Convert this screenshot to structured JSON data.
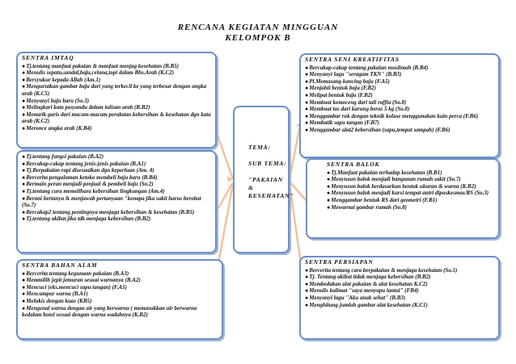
{
  "title": {
    "line1": "RENCANA KEGIATAN MINGGUAN",
    "line2": "KELOMPOK B"
  },
  "center": {
    "tema": "TEMA:",
    "subtema": "SUB TEMA:",
    "subtema_value": "\"PAKAIAN & KESEHATAN\""
  },
  "boxes": {
    "imtaq": {
      "heading": "SENTRA IMTAQ",
      "items": [
        "Tj.tentang manfaat pakaian & manfaat menjag kesehatan (B.B5)",
        "Menulis sepatu,sandal,baju,celana,topi dalam Bhs.Arab (K.C2)",
        "Bersyukur kepada Allah (Am.1)",
        "Mengurutkan gambar baju dari yang terkecil ke yang terbesar dengan angka arab (K.C5)",
        "Menyanyi baju baru (So.3)",
        "Melingkari kata posyandu dalam tulisan arab (B.B2)",
        "Menarik garis dari macam-macam peralatan kebersihan & kesehatan dgn kata arab (K.C2)",
        "Meronce angka arab (K.B4)"
      ]
    },
    "left2": {
      "items": [
        "Tj.tentang fungsi pakaian (B.A2)",
        "Bercakap-cakap tentang jenis-jenis pakaian (B.A1)",
        "Tj.Berpakaian rapi disesuaikan dgn keperluan (Am. 4)",
        "Bercerita pengalaman ketoko membeli baju baru (B.B4)",
        "Bermain peran menjadi penjual & pembeli baju (So.2)",
        "Tj.tentang cara memelihara kebersihan lingkungan (Am.4)",
        "Berani bertanya & menjawab pertanyaan \"kenapa jika sakit harus berobat (So.7)",
        "Bercakap2 tentang pentingnya menjaga kebersihan & kesehatan (B.B5)",
        "Tj.tentang akibat jika tdk menjaga kebersihan (B.B2)"
      ]
    },
    "alam": {
      "heading": "SENTRA BAHAN ALAM",
      "items": [
        "Bercerita tentang kegunaan pakaian (B.A3)",
        "Memmilih jepit jemuran sesuai warnanya (B.A2)",
        "Mencuci (eks.mencuci sapu tangan) (F.A5)",
        "Mencampur warna (B.A1)",
        "Melukis dengan kuas (KB5)",
        "Mengenal warna dengan air yang berwarna ( memasukkan air berwarna kedalam botol sesuai dengan warna wadahnya (K.B2)"
      ]
    },
    "seni": {
      "heading": "SENTRA SENI KREATIFITAS",
      "items": [
        "Bercakap-cakap tentang pakaian muslimah (B.B4)",
        "Menyanyi lagu \"seragam TKN\" (B.B3)",
        "Pl.Memasang kancing baju (F.A5)",
        "Menjahit bentuk baju (F.B2)",
        "Melipat bentuk baju (F.B2)",
        "Membuat kemoceng dari tali raffia (So.8)",
        "Membuat tas dari karung beras 5 kg (So.8)",
        "Menggambar rok dengan teknik kolase menggunakan kain perca (F.B6)",
        "Membatik sapu tangan (F.B7)",
        "Menggambar alat2 kebersihan (sapu,tempat sampah) (F.B6)"
      ]
    },
    "balok": {
      "heading": "SENTRA BALOK",
      "items": [
        "Tj.Manfaat pakaian terhadap kesehatan (B.B1)",
        "Menyusun balok menjadi bangunan rumah sakit (So.7)",
        "Menyusun balok berdasarkan bentuk ukuran & warna (K.B2)",
        "Menyusun balok menjadi kursi tempat antri dipuskesmas/RS (So.3)",
        "Menggambar bentuk RS dari geometri (F.B1)",
        "Mewarnai gambar rumah (So.8)"
      ]
    },
    "persiapan": {
      "heading": "SENTRA PERSIAPAN",
      "items": [
        "Bercerita tentang cara berpakaian & menjaga kesehatan (So.5)",
        "Tj. Tentang akibat tidak menjaga kebersihan (B.B2)",
        "Membedakan alat pakaian & alat kesehatan K.C2)",
        "Menulis kalimat \"saya menyapu lantai\" (FB4)",
        "Menyanyi lagu \"Aku anak sehat\" (B.B3)",
        "Menghitung jumlah gambar alat kesehatan (K.C1)"
      ]
    }
  },
  "colors": {
    "border": "#6d8fc4",
    "connector": "#f2c29a"
  }
}
